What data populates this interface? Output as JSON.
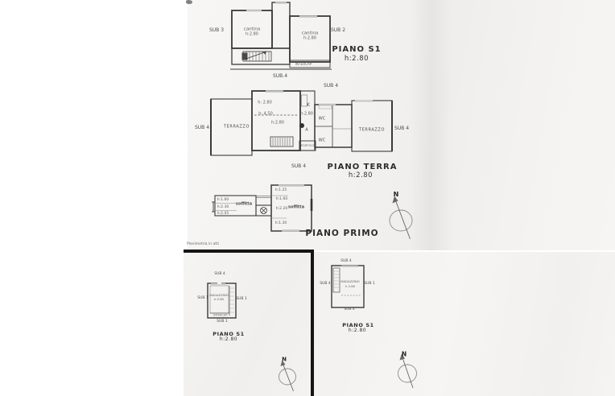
{
  "page": {
    "background": "#ffffff",
    "paper_color": "#f4f3f1",
    "line_color": "#3a3a3a",
    "divider_color": "#151515"
  },
  "note": {
    "text": "Planimetria in atti"
  },
  "compass": {
    "north_label": "N"
  },
  "plan_s1_top": {
    "title": "PIANO S1",
    "height": "h:2.80",
    "room1_name": "cantina",
    "room1_height": "h:2.80",
    "room2_name": "cantina",
    "room2_height": "h:2.80",
    "sub_left": "SUB 3",
    "sub_right": "SUB 2",
    "sub_bottom": "SUB.4",
    "intercap": "INTERCAP"
  },
  "plan_terra": {
    "title": "PIANO TERRA",
    "height": "h:2.80",
    "sub_top": "SUB 4",
    "sub_left": "SUB 4",
    "sub_right": "SUB 4",
    "sub_bottom": "SUB 4",
    "terrace_left": "TERRAZZO",
    "terrace_right": "TERRAZZO",
    "kitchen": "K",
    "wc1": "WC",
    "wc2": "WC",
    "h_top": "h: 2.80",
    "h_mid_left": "h: 4.50",
    "h_mid_right": "h:2.80",
    "h_center": "h:2.80",
    "stair_point": "A",
    "portico": "PORTICO"
  },
  "plan_primo": {
    "title": "PIANO PRIMO",
    "left_h1": "h:1.60",
    "left_h2": "h:2.30",
    "left_h3": "h:2.05",
    "left_room": "soffitta",
    "right_h0": "h:1.25",
    "right_h1": "h:1.60",
    "right_h2": "h:2.20",
    "right_h3": "h:1.30",
    "right_room": "soffitta"
  },
  "plan_s1_bottom_left": {
    "title": "PIANO S1",
    "height": "h:2.80",
    "sub_top": "SUB 4",
    "sub_left": "SUB 1",
    "sub_right": "SUB 1",
    "sub_bottom": "SUB 1",
    "room_name": "MAGAZZINO",
    "room_height": "h:2.80",
    "intercap": "INTERCAP."
  },
  "plan_s1_bottom_right": {
    "title": "PIANO S1",
    "height": "h:2.80",
    "sub_top": "SUB 4",
    "sub_left": "SUB 4",
    "sub_right": "SUB 1",
    "sub_bottom": "SUB 4",
    "room_name": "MAGAZZINO",
    "room_height": "h 2.80"
  }
}
